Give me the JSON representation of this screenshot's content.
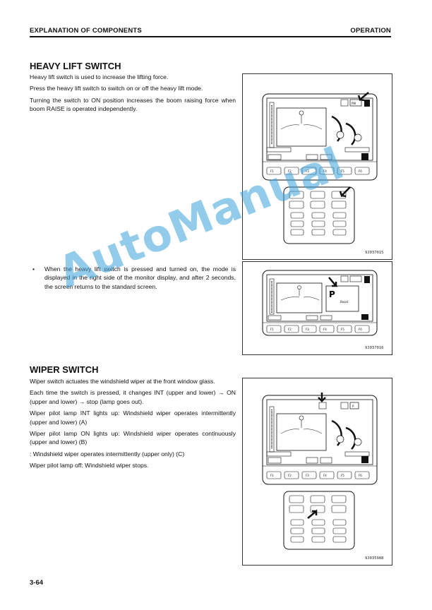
{
  "header": {
    "left": "EXPLANATION OF COMPONENTS",
    "right": "OPERATION"
  },
  "heavy_lift": {
    "title": "HEAVY LIFT SWITCH",
    "paragraphs": [
      "Heavy lift switch is used to increase the lifting force.",
      "Press the heavy lift switch to switch on or off the heavy lift mode.",
      "Turning the switch to ON position increases the boom raising force when boom RAISE is operated independently."
    ],
    "bullet": "When the heavy lift switch is pressed and turned on, the mode is displayed in the right side of the monitor display, and after 2 seconds, the screen returns to the standard screen."
  },
  "wiper": {
    "title": "WIPER SWITCH",
    "paragraphs": [
      "Wiper switch actuates the windshield wiper at the front window glass.",
      "Each time the switch is pressed, it changes INT (upper and lower) → ON (upper and lower) → stop (lamp goes out).",
      "Wiper pilot lamp INT lights up: Windshield wiper operates intermittently (upper and lower) (A)",
      "Wiper pilot lamp ON lights up: Windshield wiper operates continuously (upper and lower) (B)",
      ": Windshield wiper operates intermittently (upper only) (C)",
      "Wiper pilot lamp off: Windshield wiper stops."
    ]
  },
  "figures": {
    "fig1_id": "9J037015",
    "fig2_id": "9J037016",
    "fig3_id": "9J035988",
    "fkeys": [
      "F1",
      "F2",
      "F3",
      "F4",
      "F5",
      "F6"
    ],
    "mode_P": "P",
    "mode_PW": "PW",
    "popup_text": "Boost"
  },
  "watermark": "AutoManual",
  "footer": {
    "page": "3-64"
  }
}
